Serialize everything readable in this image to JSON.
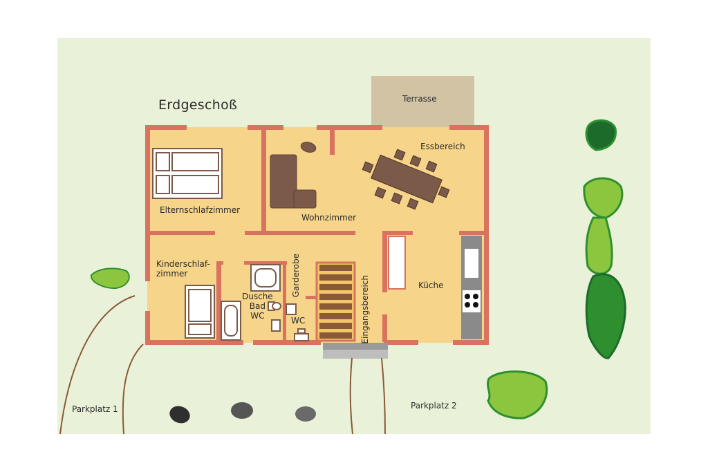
{
  "floor": {
    "title": "Erdgeschoß",
    "rooms": {
      "terrace": "Terrasse",
      "dining": "Essbereich",
      "master_bedroom": "Elternschlafzimmer",
      "living": "Wohnzimmer",
      "kids_bedroom_line1": "Kinderschlaf-",
      "kids_bedroom_line2": "zimmer",
      "shower_line1": "Dusche",
      "shower_line2": "Bad",
      "shower_line3": "WC",
      "wardrobe": "Garderobe",
      "wc": "WC",
      "entrance": "Eingangsbereich",
      "kitchen": "Küche"
    }
  },
  "site": {
    "parking1": "Parkplatz 1",
    "parking2": "Parkplatz 2"
  },
  "colors": {
    "lawn": "#e9f2d8",
    "floor": "#f6d489",
    "wall": "#d9735f",
    "terrace": "#d2c3a5",
    "furniture": "#7b5a4a",
    "stairs": "#8a5a36",
    "tree_dark": "#1d6b2b",
    "tree_mid": "#2e8f2f",
    "shrub_light": "#8cc63e",
    "stone_dark": "#2f2f2f",
    "stone_grey": "#6a6a6a"
  }
}
